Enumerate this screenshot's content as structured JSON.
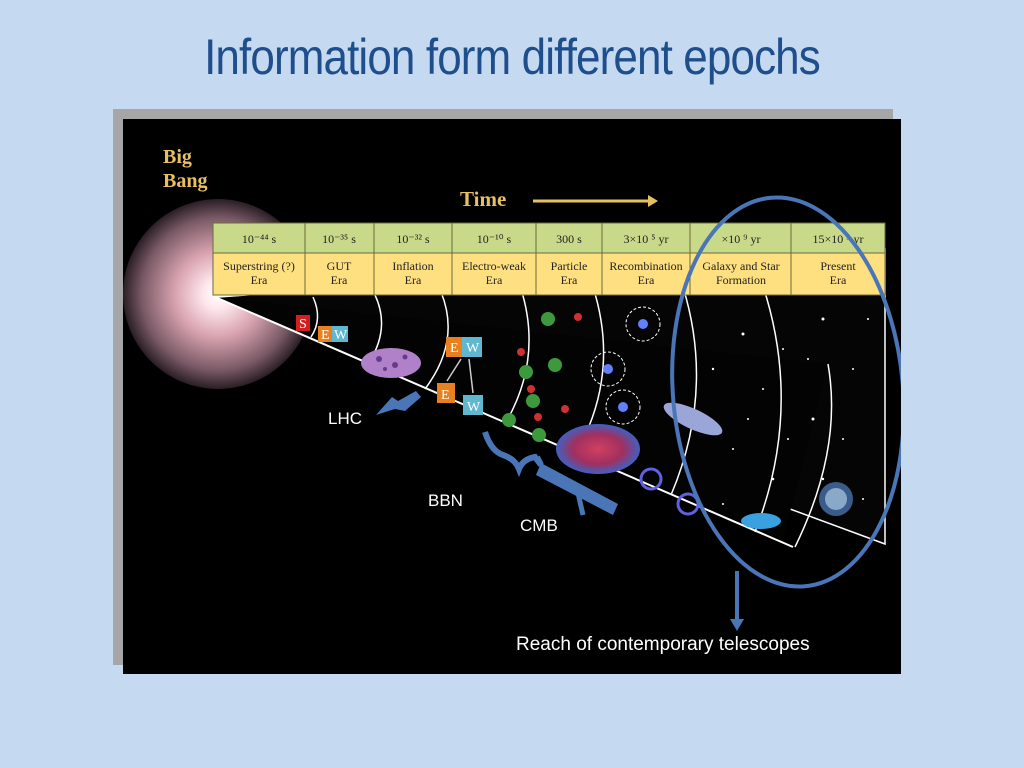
{
  "slide": {
    "title": "Information form different epochs"
  },
  "figure": {
    "big_bang_line1": "Big",
    "big_bang_line2": "Bang",
    "time_label": "Time",
    "epochs": [
      {
        "time": "10⁻⁴⁴ s",
        "era_line1": "Superstring (?)",
        "era_line2": "Era"
      },
      {
        "time": "10⁻³⁵ s",
        "era_line1": "GUT",
        "era_line2": "Era"
      },
      {
        "time": "10⁻³² s",
        "era_line1": "Inflation",
        "era_line2": "Era"
      },
      {
        "time": "10⁻¹⁰ s",
        "era_line1": "Electro-weak",
        "era_line2": "Era"
      },
      {
        "time": "300 s",
        "era_line1": "Particle",
        "era_line2": "Era"
      },
      {
        "time": "3×10 ⁵ yr",
        "era_line1": "Recombination",
        "era_line2": "Era"
      },
      {
        "time": "×10 ⁹ yr",
        "era_line1": "Galaxy and Star",
        "era_line2": "Formation"
      },
      {
        "time": "15×10 ⁹ yr",
        "era_line1": "Present",
        "era_line2": "Era"
      }
    ],
    "force_letters": {
      "s": "S",
      "e": "E",
      "w": "W"
    }
  },
  "annotations": {
    "lhc": "LHC",
    "bbn": "BBN",
    "cmb": "CMB",
    "telescopes": "Reach of contemporary  telescopes"
  },
  "colors": {
    "title": "#1f4e8c",
    "background": "#c5d9f1",
    "annotation_blue": "#4a76b8",
    "header_green": "#c9d98a",
    "header_yellow": "#ffe080"
  }
}
